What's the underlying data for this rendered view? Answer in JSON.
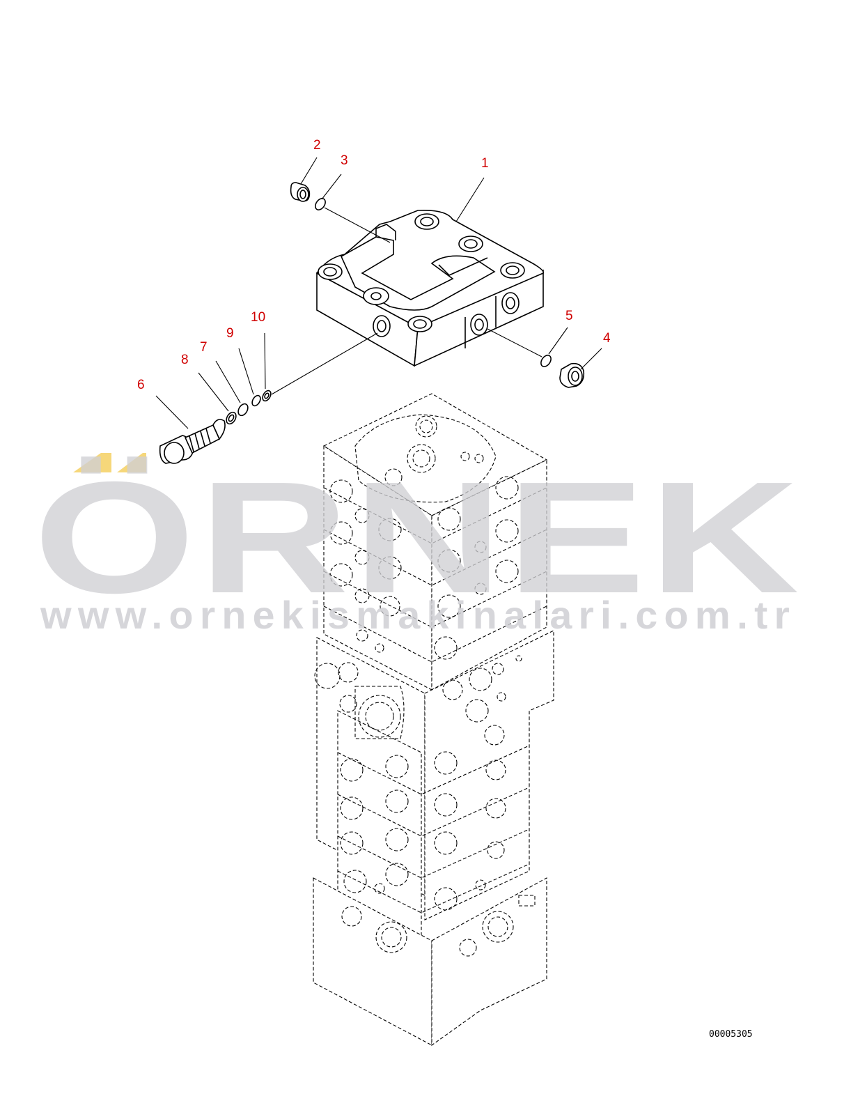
{
  "diagram": {
    "callouts": [
      {
        "id": "1",
        "label": "1"
      },
      {
        "id": "2",
        "label": "2"
      },
      {
        "id": "3",
        "label": "3"
      },
      {
        "id": "4",
        "label": "4"
      },
      {
        "id": "5",
        "label": "5"
      },
      {
        "id": "6",
        "label": "6"
      },
      {
        "id": "7",
        "label": "7"
      },
      {
        "id": "8",
        "label": "8"
      },
      {
        "id": "9",
        "label": "9"
      },
      {
        "id": "10",
        "label": "10"
      }
    ],
    "drawing_number": "00005305"
  },
  "watermark": {
    "brand": "ÖRNEK",
    "url": "www.ornekismakinalari.com.tr",
    "accent_color": "#f6d77a",
    "text_color": "#cfcfd4"
  },
  "colors": {
    "callout": "#d00000",
    "line": "#000000"
  }
}
